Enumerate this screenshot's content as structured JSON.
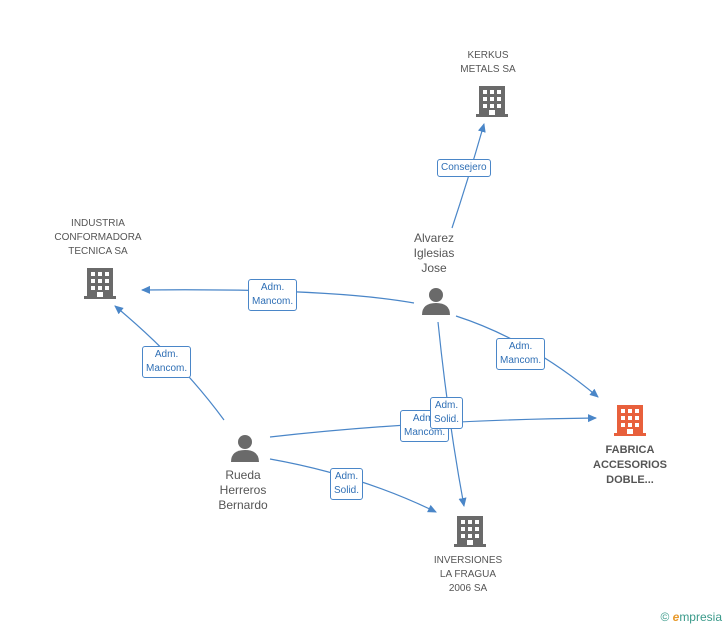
{
  "colors": {
    "edge": "#4a86c8",
    "company_icon": "#6a6a6a",
    "main_company_icon": "#e8603c",
    "person_icon": "#6a6a6a"
  },
  "nodes": [
    {
      "id": "kerkus",
      "type": "company",
      "label": "KERKUS\nMETALS SA",
      "icon": "building-icon"
    },
    {
      "id": "industria",
      "type": "company",
      "label": "INDUSTRIA\nCONFORMADORA\nTECNICA SA",
      "icon": "building-icon"
    },
    {
      "id": "alvarez",
      "type": "person",
      "label": "Alvarez\nIglesias\nJose",
      "icon": "person-icon"
    },
    {
      "id": "fabrica",
      "type": "main_company",
      "label": "FABRICA\nACCESORIOS\nDOBLE...",
      "icon": "building-icon"
    },
    {
      "id": "rueda",
      "type": "person",
      "label": "Rueda\nHerreros\nBernardo",
      "icon": "person-icon"
    },
    {
      "id": "inversiones",
      "type": "company",
      "label": "INVERSIONES\nLA FRAGUA\n2006 SA",
      "icon": "building-icon"
    }
  ],
  "edges": [
    {
      "from": "alvarez",
      "to": "kerkus",
      "label": "Consejero"
    },
    {
      "from": "alvarez",
      "to": "industria",
      "label": "Adm.\nMancom."
    },
    {
      "from": "alvarez",
      "to": "fabrica",
      "label": "Adm.\nMancom."
    },
    {
      "from": "alvarez",
      "to": "inversiones",
      "label": "Adm.\nSolid."
    },
    {
      "from": "rueda",
      "to": "industria",
      "label": "Adm.\nMancom."
    },
    {
      "from": "rueda",
      "to": "fabrica",
      "label": "Adm.\nMancom."
    },
    {
      "from": "rueda",
      "to": "inversiones",
      "label": "Adm.\nSolid."
    }
  ],
  "brand": {
    "copyright": "©",
    "initial": "e",
    "rest": "mpresia"
  }
}
